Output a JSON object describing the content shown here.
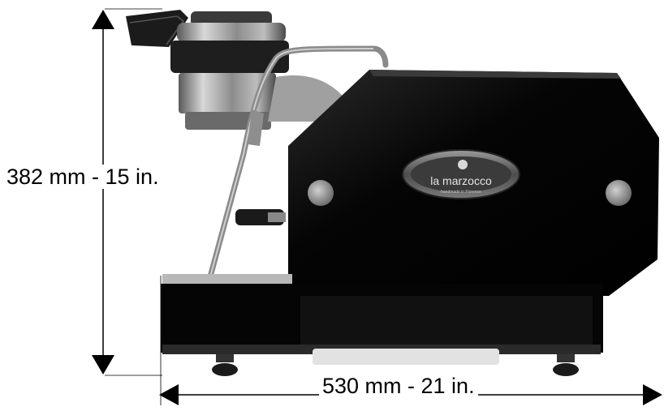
{
  "dimensions": {
    "height_label": "382 mm - 15 in.",
    "width_label": "530 mm - 21 in."
  },
  "badge": {
    "brand": "la marzocco",
    "tagline": "handmade in Florence"
  },
  "colors": {
    "body": "#0a0a0a",
    "steel": "#9a9a9a",
    "badge": "#6e6e6e",
    "arrows": "#000000"
  }
}
